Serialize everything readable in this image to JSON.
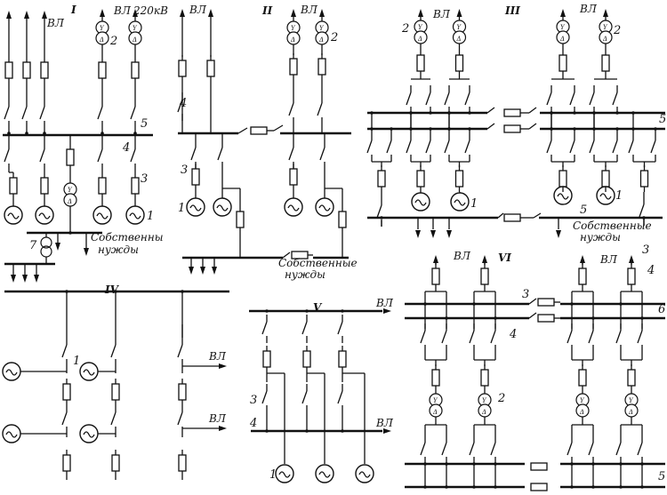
{
  "colors": {
    "ink": "#111111",
    "background": "#ffffff"
  },
  "panels": [
    {
      "id": "I",
      "labels": {
        "roman": "I",
        "line": "ВЛ",
        "line2": "ВЛ",
        "voltage": "220кВ",
        "n2": "2",
        "n5": "5",
        "n4": "4",
        "n3": "3",
        "n1": "1",
        "n7": "7",
        "aux1": "Собственны",
        "aux2": "нужды"
      }
    },
    {
      "id": "II",
      "labels": {
        "roman": "II",
        "line": "ВЛ",
        "line2": "ВЛ",
        "n2": "2",
        "n4": "4",
        "n3": "3",
        "n1": "1",
        "aux1": "Собственные",
        "aux2": "нужды"
      }
    },
    {
      "id": "III",
      "labels": {
        "roman": "III",
        "line": "ВЛ",
        "line2": "ВЛ",
        "n2a": "2",
        "n2b": "2",
        "n5a": "5",
        "n5b": "5",
        "n1a": "1",
        "n1b": "1",
        "aux1": "Собственные",
        "aux2": "нужды"
      }
    },
    {
      "id": "IV",
      "labels": {
        "roman": "IV",
        "line1": "ВЛ",
        "line2": "ВЛ",
        "n1": "1"
      }
    },
    {
      "id": "V",
      "labels": {
        "roman": "V",
        "line1": "ВЛ",
        "line2": "ВЛ",
        "n3": "3",
        "n4": "4",
        "n1": "1"
      }
    },
    {
      "id": "VI",
      "labels": {
        "roman": "VI",
        "line1": "ВЛ",
        "line2": "ВЛ",
        "n3a": "3",
        "n3b": "3",
        "n4a": "4",
        "n4b": "4",
        "n6": "6",
        "n2": "2",
        "n5": "5"
      }
    }
  ]
}
